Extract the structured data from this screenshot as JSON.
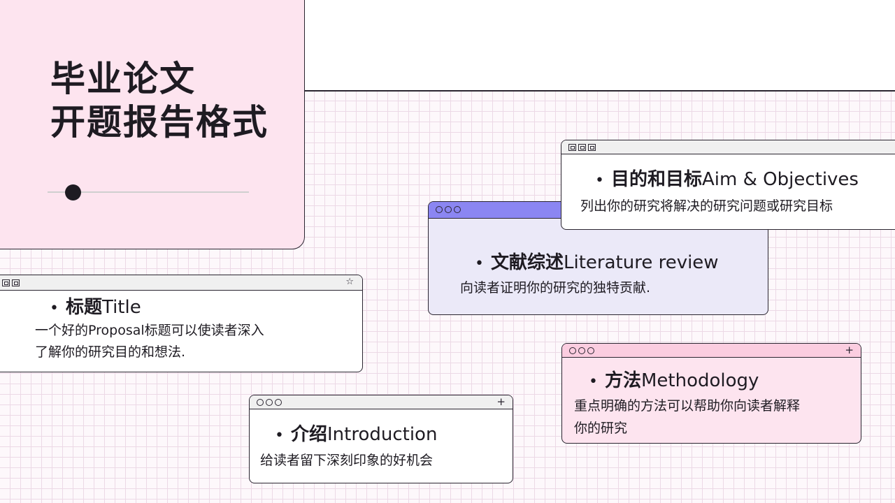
{
  "title": {
    "line1": "毕业论文",
    "line2": "开题报告格式"
  },
  "cards": {
    "title": {
      "heading_cn": "标题",
      "heading_en": "Title",
      "desc_line1": "一个好的Proposal标题可以使读者深入",
      "desc_line2": "了解你的研究目的和想法."
    },
    "aim": {
      "heading_cn": "目的和目标",
      "heading_en": "Aim & Objectives",
      "desc": "列出你的研究将解决的研究问题或研究目标"
    },
    "literature": {
      "heading_cn": "文献综述",
      "heading_en": "Literature review",
      "desc": "向读者证明你的研究的独特贡献."
    },
    "intro": {
      "heading_cn": "介绍",
      "heading_en": "Introduction",
      "desc": "给读者留下深刻印象的好机会"
    },
    "method": {
      "heading_cn": "方法",
      "heading_en": "Methodology",
      "desc_line1": "重点明确的方法可以帮助你向读者解释",
      "desc_line2": "你的研究"
    }
  },
  "glyphs": {
    "bullet": "•",
    "plus": "+",
    "star": "☆"
  },
  "colors": {
    "pink": "#fde4ef",
    "lavender": "#ebe9f8",
    "purple": "#8b86f2",
    "pink_bar": "#fbcde0",
    "grey_bar": "#f0f0f0",
    "dark": "#1e1b22"
  }
}
